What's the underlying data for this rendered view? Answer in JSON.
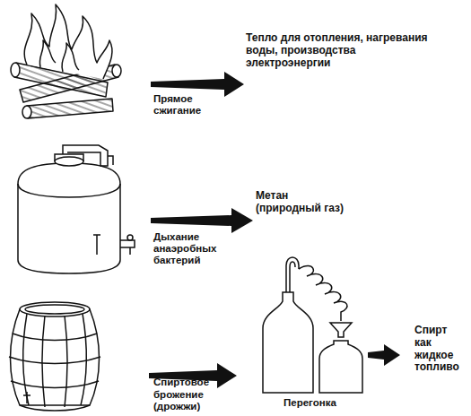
{
  "diagram": {
    "labels": [
      "Прямое сжигание",
      "Тепло для отопления, нагревания воды, производства электроэнергии",
      "Метан (природный газ)",
      "Дыхание анаэробных бактерий",
      "Спиртовое брожение (дрожжи)",
      "Перегонка",
      "Спирт как жидкое топливо"
    ]
  }
}
